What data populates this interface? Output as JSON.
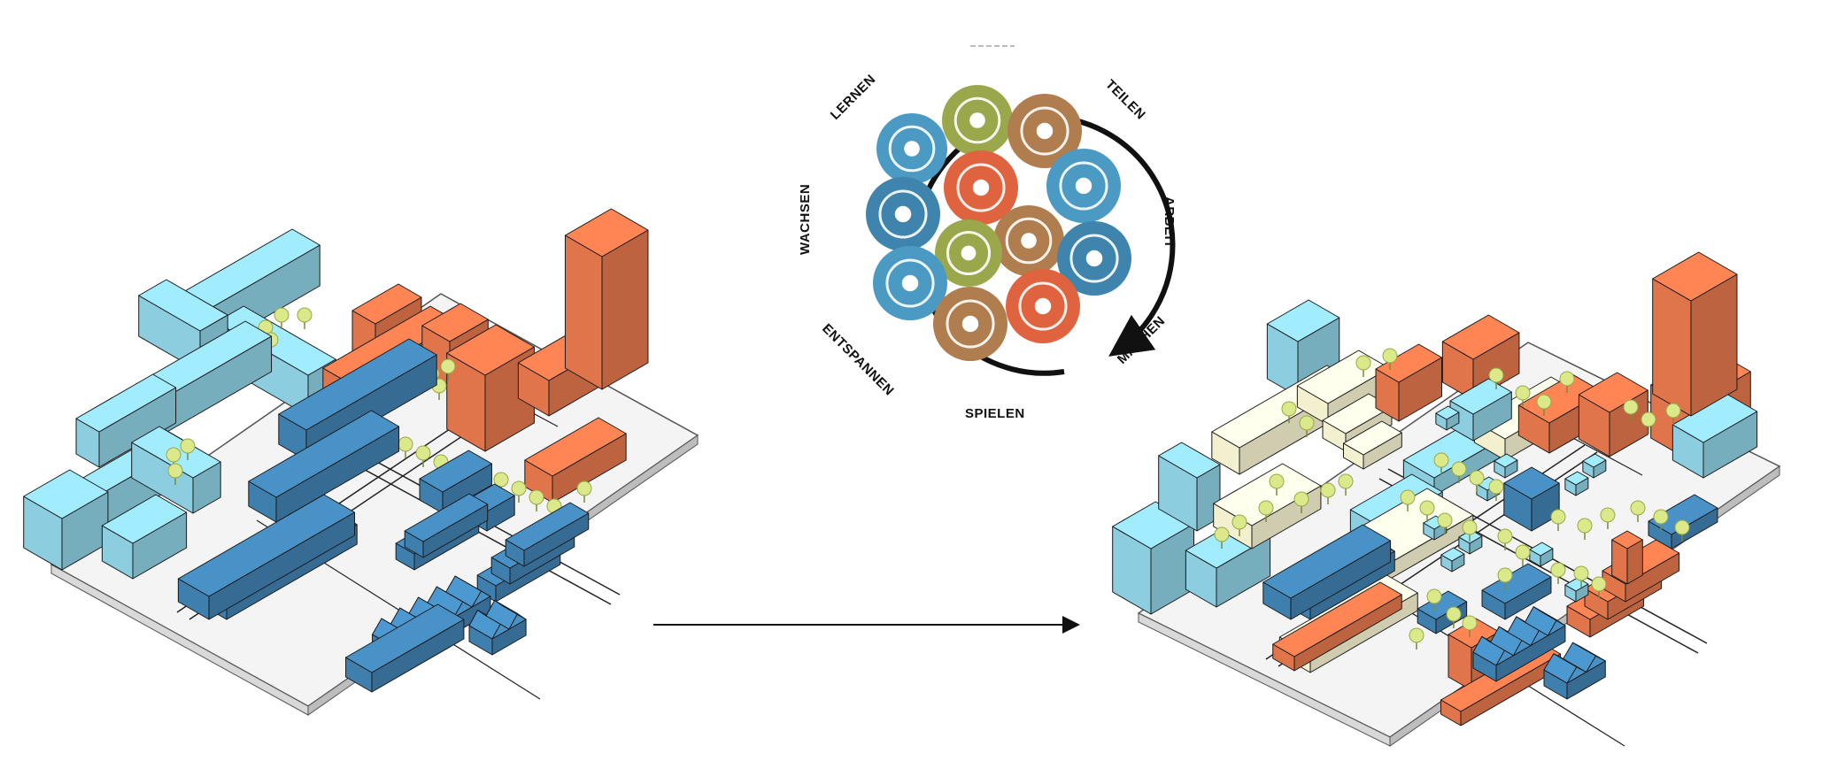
{
  "cycle": {
    "labels": {
      "lernen": "LERNEN",
      "teilen": "TEILEN",
      "wachsen": "WACHSEN",
      "arbeit": "ARBEIT",
      "entspannen": "ENTSPANNEN",
      "machen": "MACHEN",
      "spielen": "SPIELEN"
    },
    "icons": [
      {
        "name": "vr-headset-icon",
        "color": "#4b9ac4"
      },
      {
        "name": "meditation-icon",
        "color": "#9aa74a"
      },
      {
        "name": "museum-icon",
        "color": "#b07d4e"
      },
      {
        "name": "circuit-icon",
        "color": "#e0633f"
      },
      {
        "name": "balloon-dog-art-icon",
        "color": "#4b9ac4"
      },
      {
        "name": "tree-icon",
        "color": "#3f84ad"
      },
      {
        "name": "family-icon",
        "color": "#b07d4e"
      },
      {
        "name": "wheat-icon",
        "color": "#9aa74a"
      },
      {
        "name": "robot-arm-icon",
        "color": "#3f84ad"
      },
      {
        "name": "heart-pulse-icon",
        "color": "#4b9ac4"
      },
      {
        "name": "self-driving-car-icon",
        "color": "#b07d4e"
      },
      {
        "name": "theater-masks-icon",
        "color": "#e0633f"
      }
    ]
  },
  "colors": {
    "light_blue": "#8ccde0",
    "dark_blue": "#3f7fae",
    "orange": "#e0744a",
    "cream": "#f3f0cf",
    "tree": "#dbe98a",
    "ground": "#f2f2f2"
  }
}
